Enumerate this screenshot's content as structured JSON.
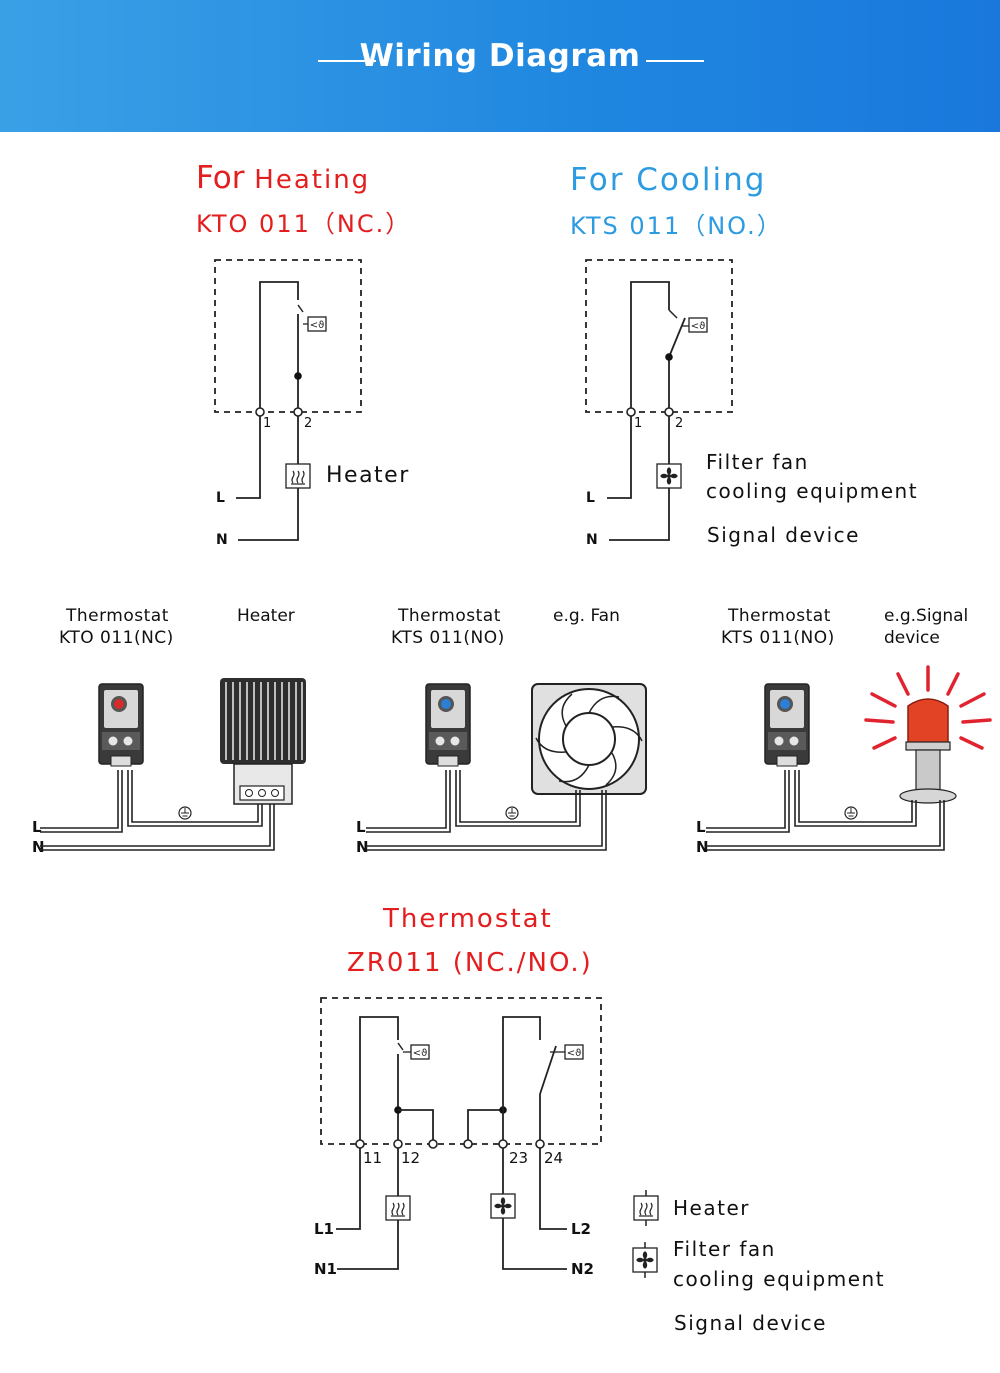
{
  "header": {
    "title": "Wiring Diagram",
    "background": "#2590e3"
  },
  "heating": {
    "title_for": "For",
    "title_word": "Heating",
    "model": "KTO 011（NC.）",
    "terminal_1": "1",
    "terminal_2": "2",
    "line_l": "L",
    "line_n": "N",
    "load_label": "Heater",
    "color": "#e41e1e"
  },
  "cooling": {
    "title": "For Cooling",
    "model": "KTS 011（NO.）",
    "terminal_1": "1",
    "terminal_2": "2",
    "line_l": "L",
    "line_n": "N",
    "load_label_1": "Filter fan",
    "load_label_2": "cooling equipment",
    "load_label_3": "Signal device",
    "color": "#2c9be0"
  },
  "examples": [
    {
      "thermostat_line1": "Thermostat",
      "thermostat_line2": "KTO 011(NC)",
      "device_line1": "Heater",
      "device_line2": "",
      "line_l": "L",
      "line_n": "N",
      "dial_color": "#d52b2b",
      "device_icon": "heater-icon"
    },
    {
      "thermostat_line1": "Thermostat",
      "thermostat_line2": "KTS 011(NO)",
      "device_line1": "e.g. Fan",
      "device_line2": "",
      "line_l": "L",
      "line_n": "N",
      "dial_color": "#2b7fd5",
      "device_icon": "fan-icon"
    },
    {
      "thermostat_line1": "Thermostat",
      "thermostat_line2": "KTS 011(NO)",
      "device_line1": "e.g.Signal",
      "device_line2": "device",
      "line_l": "L",
      "line_n": "N",
      "dial_color": "#2b7fd5",
      "device_icon": "signal-lamp-icon"
    }
  ],
  "combo": {
    "title_line1": "Thermostat",
    "title_line2": "ZR011 (NC./NO.)",
    "terminals": [
      "11",
      "12",
      "23",
      "24"
    ],
    "lines": [
      "L1",
      "N1",
      "L2",
      "N2"
    ],
    "legend": {
      "heater": "Heater",
      "fan_1": "Filter fan",
      "fan_2": "cooling equipment",
      "signal": "Signal device"
    },
    "color": "#e41e1e"
  }
}
